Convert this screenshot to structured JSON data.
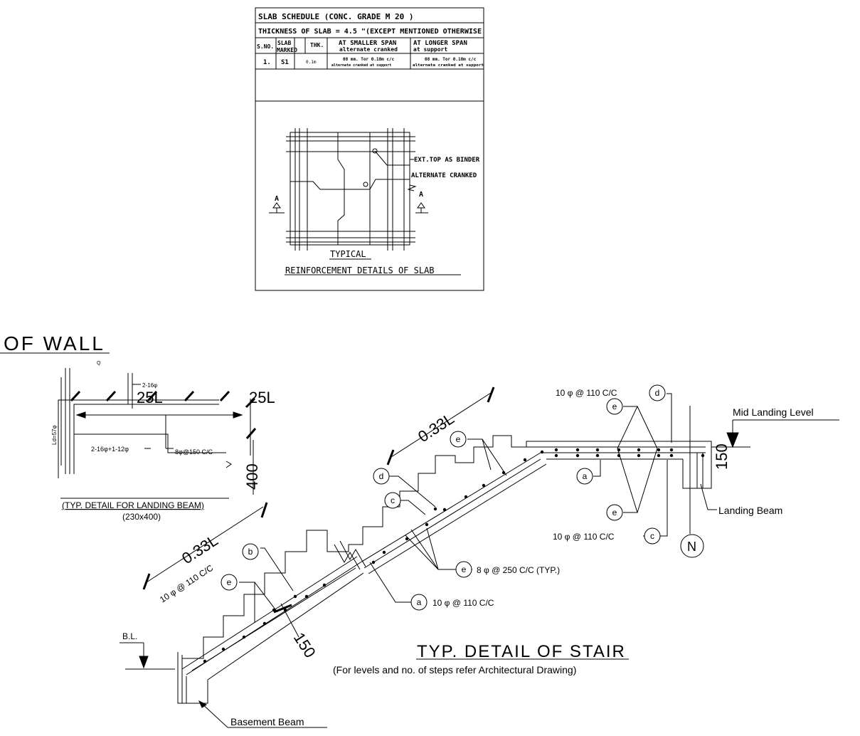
{
  "slab_schedule": {
    "title": "SLAB SCHEDULE (CONC. GRADE M 20 )",
    "thickness_note": "THICKNESS OF SLAB = 4.5 \"(EXCEPT MENTIONED OTHERWISE",
    "headers": {
      "sno": "S.NO.",
      "slab_line1": "SLAB",
      "slab_line2": "MARKED",
      "thk": "THK.",
      "smaller_line1": "AT SMALLER SPAN",
      "smaller_line2": "alternate cranked",
      "longer_line1": "AT LONGER SPAN",
      "longer_line2": "at support"
    },
    "row": {
      "sno": "1.",
      "slab": "S1",
      "thk": "0.1m",
      "smaller_line1": "08 mm. Tor 0.18m c/c",
      "smaller_line2": "alternate cranked at support",
      "longer_line1": "08 mm. Tor 0.18m c/c",
      "longer_line2": "alternate cranked at support"
    }
  },
  "slab_detail": {
    "label_ext_top": "EXT.TOP AS BINDER",
    "label_alternate": "ALTERNATE CRANKED",
    "section_mark": "A",
    "caption_line1": "TYPICAL",
    "caption_line2": "REINFORCEMENT DETAILS OF SLAB"
  },
  "wall_heading": "OF WALL",
  "landing_beam": {
    "q_mark": "Q",
    "top_bars": "2-16φ",
    "bottom_bars": "2-16φ+1-12φ",
    "stirrups": "8φ@150 C/C",
    "ld": "Ld=57φ",
    "dim_25l_a": "25L",
    "dim_25l_b": "25L",
    "dim_400": "400",
    "caption_line1": "(TYP. DETAIL FOR LANDING BEAM)",
    "caption_line2": "(230x400)"
  },
  "stair": {
    "dim_033l_upper": "0.33L",
    "dim_033l_lower": "0.33L",
    "dim_150_top": "150",
    "dim_150_bottom": "150",
    "label_mid_landing": "Mid Landing Level",
    "label_landing_beam": "Landing Beam",
    "label_basement_beam": "Basement Beam",
    "label_bl": "B.L.",
    "bar_a_text": "10 φ @ 110 C/C",
    "bar_b_text": "10 φ @ 110 C/C",
    "bar_c_text": "10 φ @ 110 C/C",
    "bar_d_text": "10 φ @ 110 C/C",
    "bar_e_text": "8 φ @ 250 C/C (TYP.)",
    "north": "N",
    "marks": {
      "a": "a",
      "b": "b",
      "c": "c",
      "d": "d",
      "e": "e"
    },
    "caption_line1": "TYP. DETAIL OF STAIR",
    "caption_line2": "(For levels and no. of steps refer Architectural Drawing)"
  }
}
